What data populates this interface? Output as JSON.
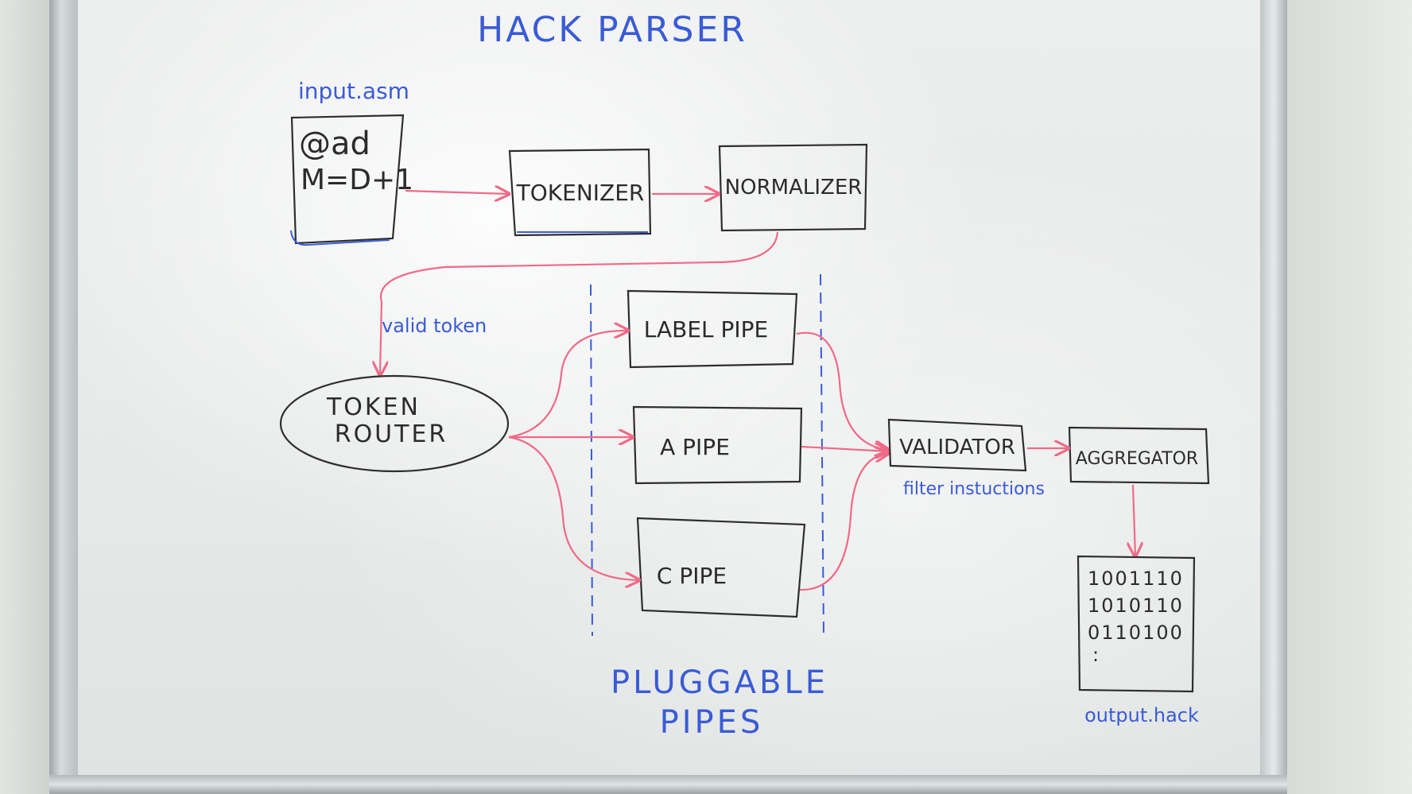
{
  "title": "HACK PARSER",
  "input": {
    "label": "input.asm",
    "line1": "@ad",
    "line2": "M=D+1"
  },
  "boxes": {
    "tokenizer": "TOKENIZER",
    "normalizer": "NORMALIZER",
    "label_pipe": "LABEL PIPE",
    "a_pipe": "A PIPE",
    "c_pipe": "C PIPE",
    "validator": "VALIDATOR",
    "aggregator": "AGGREGATOR"
  },
  "router": {
    "line1": "TOKEN",
    "line2": "ROUTER"
  },
  "annotations": {
    "valid_token": "valid token",
    "filter_instructions": "filter instuctions",
    "pluggable_line1": "PLUGGABLE",
    "pluggable_line2": "PIPES"
  },
  "output": {
    "row1": "1001110",
    "row2": "1010110",
    "row3": "0110100",
    "row4": ":",
    "label": "output.hack"
  },
  "colors": {
    "marker_black": "#2e2e2e",
    "marker_blue": "#3a5bd6",
    "marker_pink": "#f06a86",
    "board": "#e8ebea"
  }
}
